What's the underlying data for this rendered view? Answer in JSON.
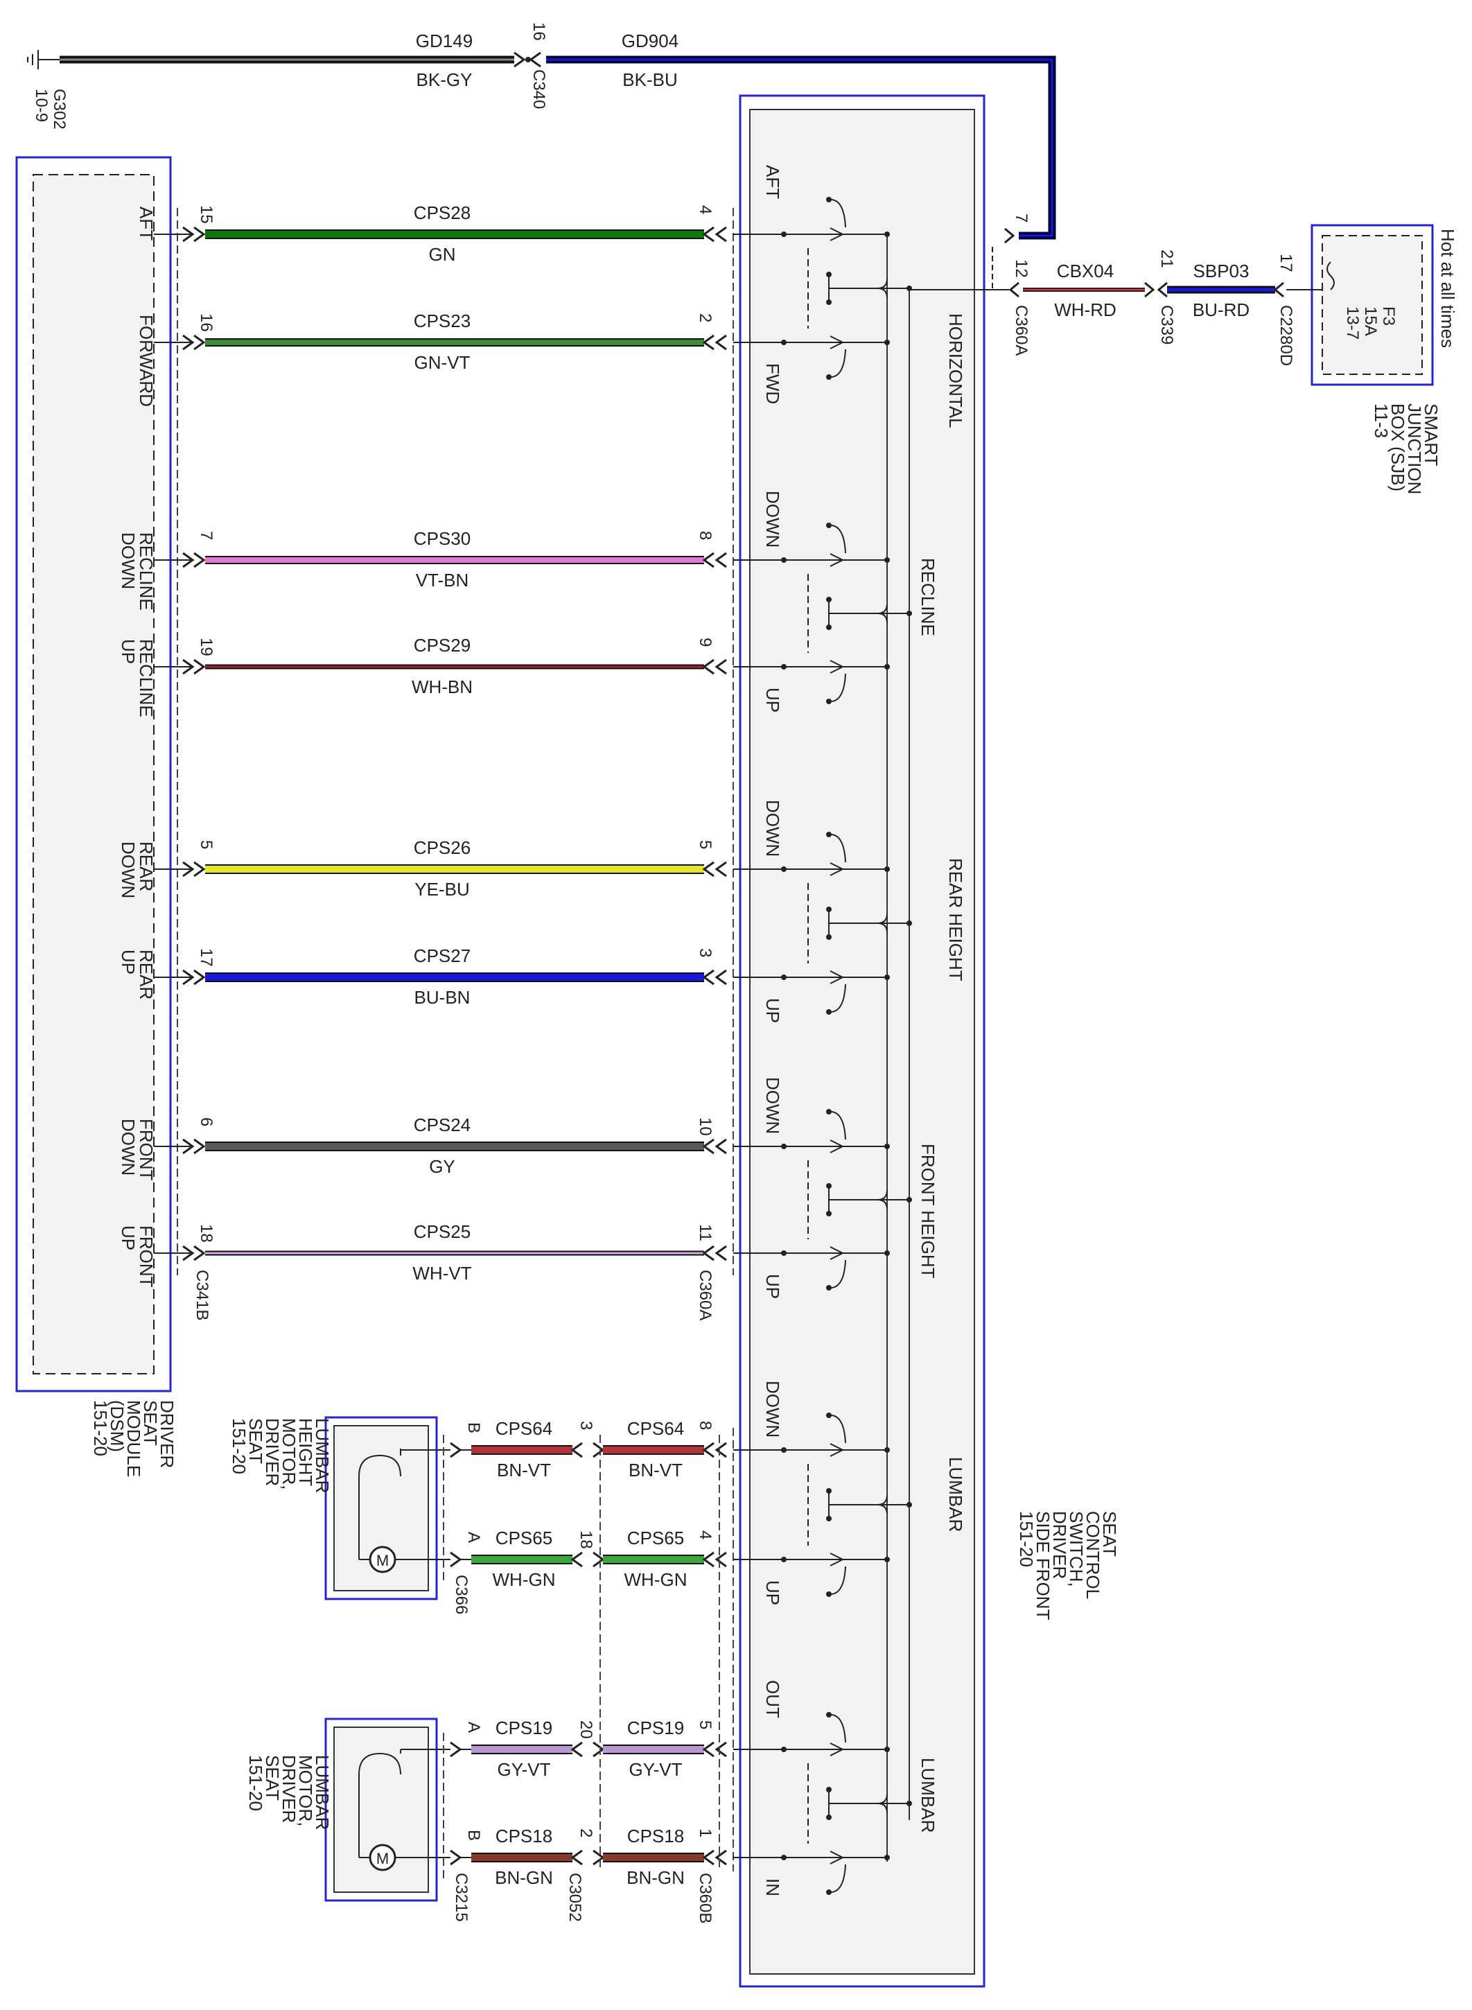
{
  "ground": {
    "name": "G302",
    "ref": "10-9"
  },
  "ground_wires": [
    {
      "circuit": "GD149",
      "color": "BK-GY"
    },
    {
      "circuit": "GD904",
      "color": "BK-BU"
    }
  ],
  "ground_connector": {
    "pin": "16",
    "name": "C340"
  },
  "dsm": {
    "lines": [
      "DRIVER",
      "SEAT",
      "MODULE",
      "(DSM)",
      "151-20"
    ]
  },
  "seat_switch": {
    "lines": [
      "SEAT",
      "CONTROL",
      "SWITCH,",
      "DRIVER",
      "SIDE FRONT",
      "151-20"
    ]
  },
  "sjb": {
    "lines": [
      "SMART",
      "JUNCTION",
      "BOX (SJB)",
      "11-3"
    ],
    "hot": "Hot at all times",
    "fuse": "F3",
    "amps": "15A",
    "fuse_ref": "13-7"
  },
  "feed": {
    "switch_pin": "7",
    "switch_pin2": "12",
    "c360a": "C360A",
    "cbx_circuit": "CBX04",
    "cbx_color": "WH-RD",
    "c339_pin": "21",
    "c339": "C339",
    "sbp_circuit": "SBP03",
    "sbp_color": "BU-RD",
    "c2280_pin": "17",
    "c2280": "C2280D"
  },
  "groups": [
    "HORIZONTAL",
    "RECLINE",
    "REAR HEIGHT",
    "FRONT HEIGHT",
    "LUMBAR",
    "LUMBAR"
  ],
  "dsm_wires": [
    {
      "dsm_label": [
        "AFT"
      ],
      "dsm_pin": "15",
      "circuit": "CPS28",
      "color": "GN",
      "sw_pin": "4",
      "sw_label": "AFT"
    },
    {
      "dsm_label": [
        "FORWARD"
      ],
      "dsm_pin": "16",
      "circuit": "CPS23",
      "color": "GN-VT",
      "sw_pin": "2",
      "sw_label": "FWD"
    },
    {
      "dsm_label": [
        "RECLINE",
        "DOWN"
      ],
      "dsm_pin": "7",
      "circuit": "CPS30",
      "color": "VT-BN",
      "sw_pin": "8",
      "sw_label": "DOWN"
    },
    {
      "dsm_label": [
        "RECLINE",
        "UP"
      ],
      "dsm_pin": "19",
      "circuit": "CPS29",
      "color": "WH-BN",
      "sw_pin": "9",
      "sw_label": "UP"
    },
    {
      "dsm_label": [
        "REAR",
        "DOWN"
      ],
      "dsm_pin": "5",
      "circuit": "CPS26",
      "color": "YE-BU",
      "sw_pin": "5",
      "sw_label": "DOWN"
    },
    {
      "dsm_label": [
        "REAR",
        "UP"
      ],
      "dsm_pin": "17",
      "circuit": "CPS27",
      "color": "BU-BN",
      "sw_pin": "3",
      "sw_label": "UP"
    },
    {
      "dsm_label": [
        "FRONT",
        "DOWN"
      ],
      "dsm_pin": "6",
      "circuit": "CPS24",
      "color": "GY",
      "sw_pin": "10",
      "sw_label": "DOWN"
    },
    {
      "dsm_label": [
        "FRONT",
        "UP"
      ],
      "dsm_pin": "18",
      "circuit": "CPS25",
      "color": "WH-VT",
      "sw_pin": "11",
      "sw_label": "UP"
    }
  ],
  "dsm_connectors": {
    "left": "C341B",
    "right": "C360A"
  },
  "motors": [
    {
      "lines": [
        "LUMBAR",
        "HEIGHT",
        "MOTOR,",
        "DRIVER",
        "SEAT",
        "151-20"
      ]
    },
    {
      "lines": [
        "LUMBAR",
        "MOTOR,",
        "DRIVER",
        "SEAT",
        "151-20"
      ]
    }
  ],
  "motor_wires": [
    {
      "motor_pin": "B",
      "circuit": "CPS64",
      "color": "BN-VT",
      "mid_pin": "3",
      "circuit2": "CPS64",
      "color2": "BN-VT",
      "sw_pin": "8",
      "sw_label": "DOWN"
    },
    {
      "motor_pin": "A",
      "circuit": "CPS65",
      "color": "WH-GN",
      "mid_pin": "18",
      "circuit2": "CPS65",
      "color2": "WH-GN",
      "sw_pin": "4",
      "sw_label": "UP"
    },
    {
      "motor_pin": "A",
      "circuit": "CPS19",
      "color": "GY-VT",
      "mid_pin": "20",
      "circuit2": "CPS19",
      "color2": "GY-VT",
      "sw_pin": "5",
      "sw_label": "OUT"
    },
    {
      "motor_pin": "B",
      "circuit": "CPS18",
      "color": "BN-GN",
      "mid_pin": "2",
      "circuit2": "CPS18",
      "color2": "BN-GN",
      "sw_pin": "1",
      "sw_label": "IN"
    }
  ],
  "motor_connectors": {
    "c366": "C366",
    "c3215": "C3215",
    "c3052": "C3052",
    "c360b": "C360B"
  },
  "colors": {
    "dark_blue": "#000080",
    "box_blue": "#2525d0",
    "GN": "#0a7a0a",
    "GN-VT": "#3d8a3d",
    "VT-BN": "#e07bd6",
    "WH-BN": "#9b2a2a",
    "YE-BU": "#e6e62a",
    "BU-BN": "#1a1adc",
    "GY": "#5a5a5a",
    "WH-VT": "#d8a8e0",
    "BN-VT": "#b0343a",
    "WH-GN": "#3aa83a",
    "GY-VT": "#b89ad0",
    "BN-GN": "#8a3a2a",
    "WH-RD": "#e23030",
    "BU-RD": "#1a1adc"
  }
}
